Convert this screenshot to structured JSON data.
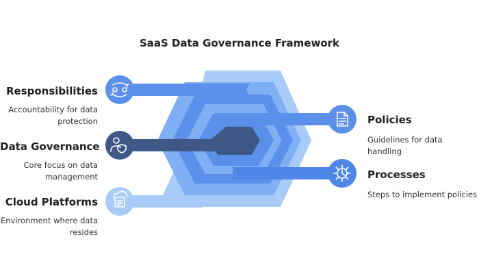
{
  "title": "SaaS Data Governance Framework",
  "items": {
    "responsibilities": {
      "label": "Responsibilities",
      "description": "Accountability for data protection",
      "icon": "people-exchange-icon"
    },
    "data_governance": {
      "label": "Data Governance",
      "description": "Core focus on data management",
      "icon": "user-shield-icon"
    },
    "cloud_platforms": {
      "label": "Cloud Platforms",
      "description": "Environment where data resides",
      "icon": "cloud-document-icon"
    },
    "policies": {
      "label": "Policies",
      "description": "Guidelines for data handling",
      "icon": "document-icon"
    },
    "processes": {
      "label": "Processes",
      "description": "Steps to implement policies",
      "icon": "gear-icon"
    }
  },
  "colors": {
    "light_blue": "#9ec3f7",
    "mid_blue": "#6ea2ef",
    "blue": "#4f87e6",
    "dark_navy": "#3f5888",
    "white": "#ffffff"
  }
}
